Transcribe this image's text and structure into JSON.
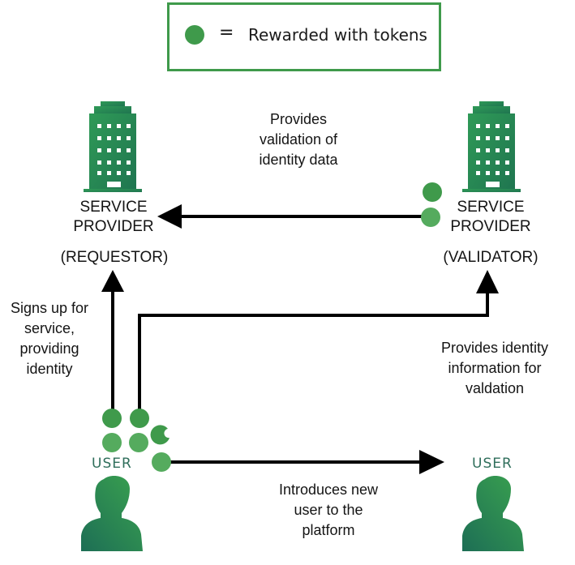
{
  "legend": {
    "symbol": "green-token-dot",
    "equals": "=",
    "text": "Rewarded with tokens"
  },
  "colors": {
    "token_dark": "#3f9a4b",
    "token_light": "#55ab5e",
    "building": "#2a8556",
    "person": "#22795a",
    "user_label": "#2f6e5b",
    "legend_border": "#3f9a4b",
    "arrow": "#000000"
  },
  "nodes": {
    "requestor": {
      "title": "SERVICE\nPROVIDER",
      "role": "(REQUESTOR)",
      "icon": "building-icon"
    },
    "validator": {
      "title": "SERVICE\nPROVIDER",
      "role": "(VALIDATOR)",
      "icon": "building-icon"
    },
    "user": {
      "label": "USER",
      "icon": "person-icon"
    },
    "new_user": {
      "label": "USER",
      "icon": "person-icon"
    }
  },
  "edges": [
    {
      "from": "validator",
      "to": "requestor",
      "label": "Provides\nvalidation of\nidentity data"
    },
    {
      "from": "user",
      "to": "requestor",
      "label": "Signs up for\nservice,\nproviding\nidentity"
    },
    {
      "from": "user",
      "to": "validator",
      "label": "Provides identity\ninformation for\nvaldation"
    },
    {
      "from": "user",
      "to": "new_user",
      "label": "Introduces new\nuser to the\nplatform"
    }
  ],
  "text": {
    "edge_validation": [
      "Provides",
      "validation of",
      "identity data"
    ],
    "edge_signup": [
      "Signs up for",
      "service,",
      "providing",
      "identity"
    ],
    "edge_identity": [
      "Provides identity",
      "information for",
      "valdation"
    ],
    "edge_introduce": [
      "Introduces new",
      "user to the",
      "platform"
    ],
    "sp_title": [
      "SERVICE",
      "PROVIDER"
    ],
    "requestor_role": "(REQUESTOR)",
    "validator_role": "(VALIDATOR)",
    "user_label": "USER",
    "new_user_label": "USER"
  }
}
